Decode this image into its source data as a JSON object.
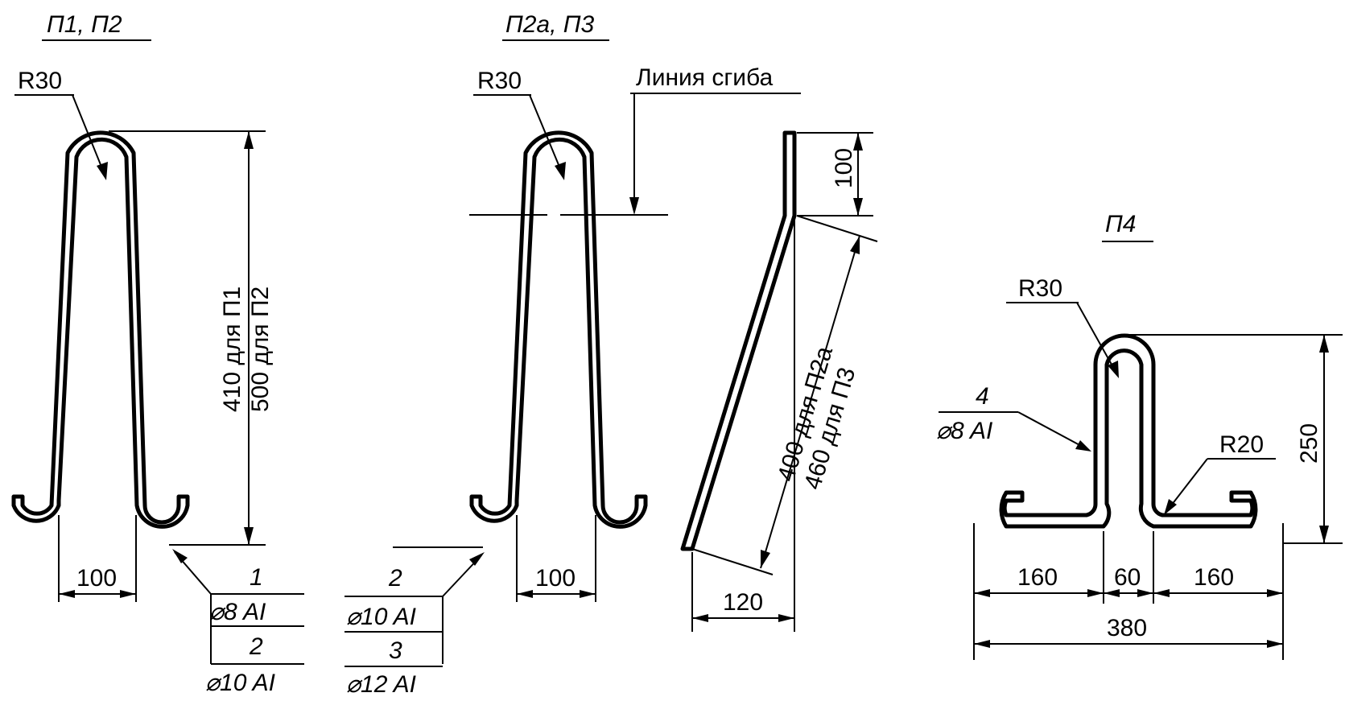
{
  "titles": {
    "p1p2": "П1, П2",
    "p2ap3": "П2а, П3",
    "p4": "П4"
  },
  "radius": {
    "p1p2": "R30",
    "p2ap3": "R30",
    "p4_top": "R30",
    "p4_side": "R20"
  },
  "bend_line_label": "Линия сгиба",
  "dims": {
    "p1_height_1": "410 для П1",
    "p1_height_2": "500 для П2",
    "p1_width": "100",
    "p3_width": "100",
    "bend_top": "100",
    "bend_len_1": "400 для П2а",
    "bend_len_2": "460 для П3",
    "bend_offset": "120",
    "p4_height": "250",
    "p4_left": "160",
    "p4_mid": "60",
    "p4_right": "160",
    "p4_total": "380"
  },
  "callouts": {
    "p1p2": [
      {
        "pos": "1",
        "spec": "⌀8 AI"
      },
      {
        "pos": "2",
        "spec": "⌀10 AI"
      }
    ],
    "p2ap3": [
      {
        "pos": "2",
        "spec": "⌀10 AI"
      },
      {
        "pos": "3",
        "spec": "⌀12 AI"
      }
    ],
    "p4": [
      {
        "pos": "4",
        "spec": "⌀8 AI"
      }
    ]
  }
}
